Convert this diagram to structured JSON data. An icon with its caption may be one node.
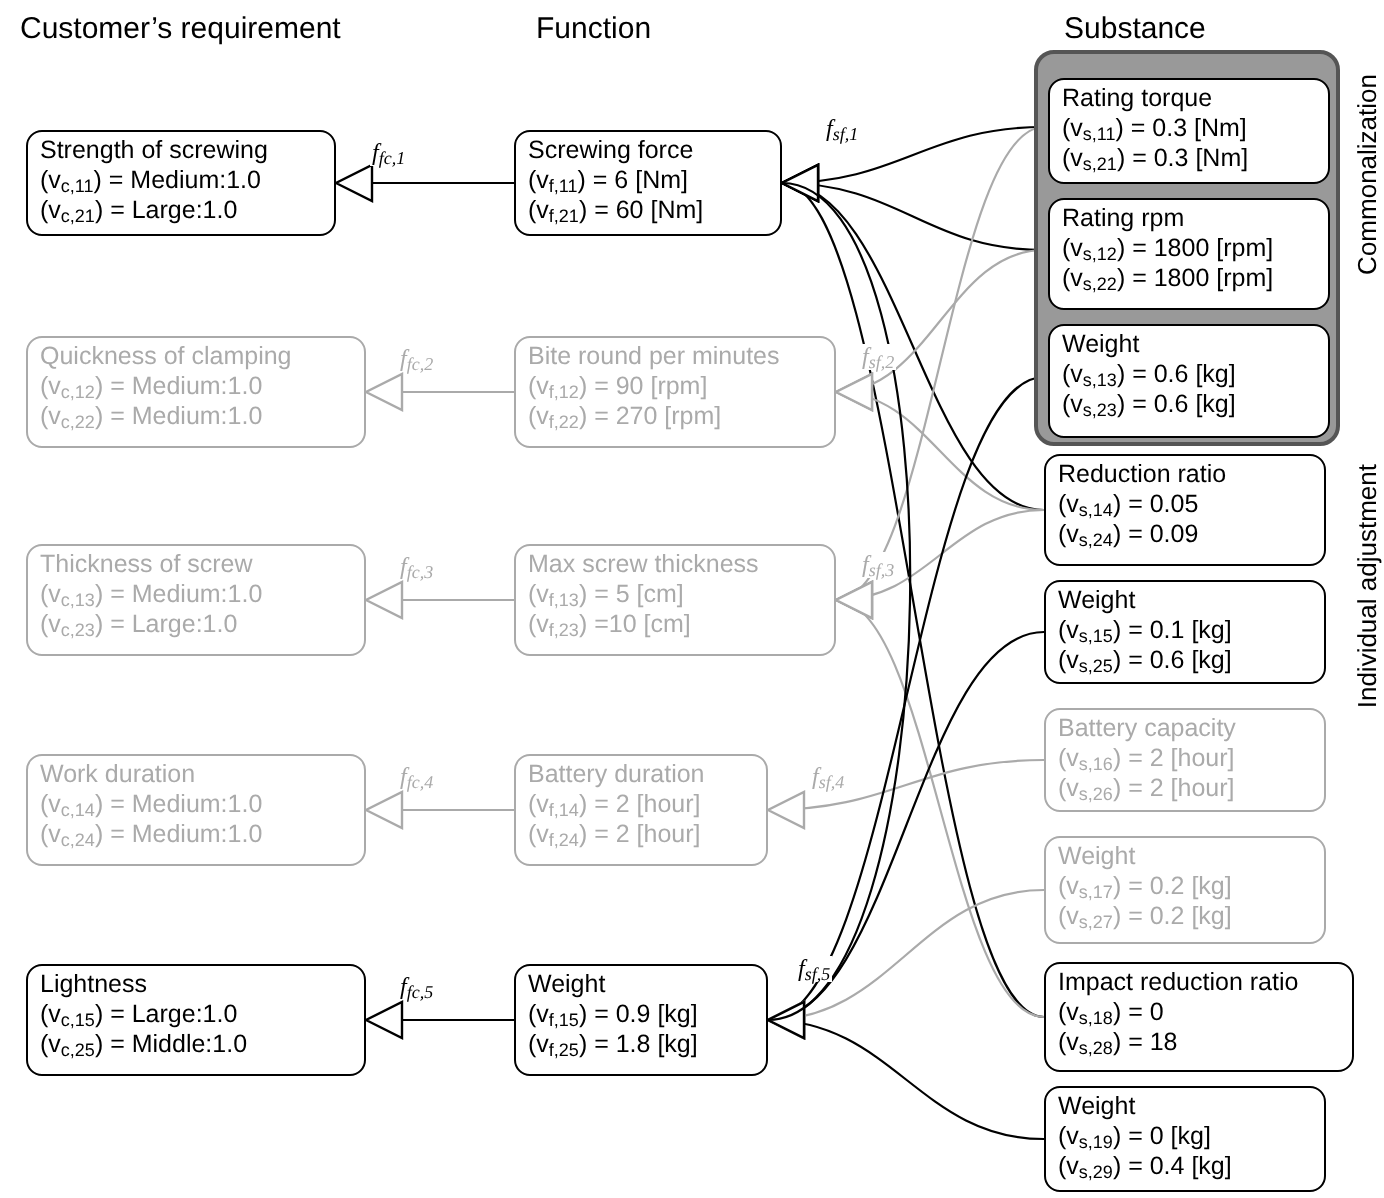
{
  "diagram": {
    "nodes": [
      {
        "text": [
          "Strength of screwing",
          "(v$_{c,11}$) = Medium:1.0",
          "(v$_{c,21}$) = Large:1.0"
        ]
      },
      {
        "text": [
          "Screwing force",
          "(v$_{f,11}$) = 6 [Nm]",
          "(v$_{f,21}$) = 60 [Nm]"
        ]
      },
      {
        "text": [
          "Commonalization"
        ]
      },
      {
        "text": [
          "Rating torque",
          "(v$_{s,11}$) = 0.3 [Nm]",
          "(v$_{s,21}$) = 0.3 [Nm]"
        ],
        "in": 2
      },
      {
        "text": [
          "Rating rpm",
          "(v$_{s,12}$) = 1800 [rpm]",
          "(v$_{s,22}$) = 1800 [rpm]"
        ],
        "in": 2
      },
      {
        "text": [
          "Weight",
          "(v$_{s,13}$) = 0.6 [kg]",
          "(v$_{s,23}$) = 0.6 [kg]"
        ],
        "in": 2
      },
      {
        "text": [
          "Quickness of clamping",
          "(v$_{c,12}$) = Medium:1.0",
          "(v$_{c,22}$) = Medium:1.0"
        ]
      },
      {
        "text": [
          "Bite round per minutes",
          "(v$_{f,12}$) = 90 [rpm]",
          "(v$_{f,22}$) = 270 [rpm]"
        ]
      },
      {
        "text": [
          "Reduction ratio",
          "(v$_{s,14}$) = 0.05",
          "(v$_{s,24}$) = 0.09"
        ]
      },
      {
        "text": [
          "Thickness of screw",
          "(v$_{c,13}$) = Medium:1.0",
          "(v$_{c,23}$) = Large:1.0"
        ]
      },
      {
        "text": [
          "Max screw thickness",
          "(v$_{f,13}$) = 5 [cm]",
          "(v$_{f,23}$) =10 [cm]"
        ]
      },
      {
        "text": [
          "Weight",
          "(v$_{s,15}$) = 0.1 [kg]",
          "(v$_{s,25}$) = 0.6 [kg]"
        ]
      },
      {
        "text": [
          "Work duration",
          "(v$_{c,14}$) = Medium:1.0",
          "(v$_{c,24}$) = Medium:1.0"
        ]
      },
      {
        "text": [
          "Battery duration",
          "(v$_{f,14}$) = 2 [hour]",
          "(v$_{f,24}$) = 2 [hour]"
        ]
      },
      {
        "text": [
          "Battery capacity",
          "(v$_{s,16}$) = 2 [hour]",
          "(v$_{s,26}$) = 2 [hour]"
        ]
      },
      {
        "text": [
          "Weight",
          "(v$_{s,17}$) = 0.2 [kg]",
          "(v$_{s,27}$) = 0.2 [kg]"
        ]
      },
      {
        "text": [
          "Lightness",
          "(v$_{c,15}$) = Large:1.0",
          "(v$_{c,25}$) = Middle:1.0"
        ]
      },
      {
        "text": [
          "Weight",
          "(v$_{f,15}$) = 0.9 [kg]",
          "(v$_{f,25}$) = 1.8 [kg]"
        ]
      },
      {
        "text": [
          "Impact reduction ratio",
          "(v$_{s,18}$) = 0",
          "(v$_{s,28}$) = 18"
        ]
      },
      {
        "text": [
          "Weight",
          "(v$_{s,19}$) = 0 [kg]",
          "(v$_{s,29}$) = 0.4 [kg]"
        ]
      }
    ],
    "edges": [
      {
        "from": 1,
        "to": 0,
        "arrow": "to",
        "label": "f$_{fc,1}$"
      },
      {
        "from": 3,
        "to": 1,
        "arrow": "to",
        "label": "f$_{sf,1}$"
      },
      {
        "from": 4,
        "to": 1,
        "arrow": "to"
      },
      {
        "from": 8,
        "to": 1,
        "arrow": "to"
      },
      {
        "from": 18,
        "to": 1,
        "arrow": "to"
      },
      {
        "from": 7,
        "to": 6,
        "arrow": "to",
        "label": "f$_{fc,2}$",
        "color": "#aaaaaa"
      },
      {
        "from": 4,
        "to": 7,
        "arrow": "to",
        "label": "f$_{sf,2}$",
        "color": "#aaaaaa"
      },
      {
        "from": 8,
        "to": 7,
        "arrow": "to",
        "color": "#aaaaaa"
      },
      {
        "from": 10,
        "to": 9,
        "arrow": "to",
        "label": "f$_{fc,3}$",
        "color": "#aaaaaa"
      },
      {
        "from": 3,
        "to": 10,
        "arrow": "to",
        "label": "f$_{sf,3}$",
        "color": "#aaaaaa"
      },
      {
        "from": 8,
        "to": 10,
        "arrow": "to",
        "color": "#aaaaaa"
      },
      {
        "from": 18,
        "to": 10,
        "arrow": "to",
        "color": "#aaaaaa"
      },
      {
        "from": 13,
        "to": 12,
        "arrow": "to",
        "label": "f$_{fc,4}$",
        "color": "#aaaaaa"
      },
      {
        "from": 14,
        "to": 13,
        "arrow": "to",
        "label": "f$_{sf,4}$",
        "color": "#aaaaaa"
      },
      {
        "from": 17,
        "to": 16,
        "arrow": "to",
        "label": "f$_{fc,5}$"
      },
      {
        "from": 5,
        "to": 17,
        "arrow": "to",
        "label": "f$_{sf,5}$"
      },
      {
        "from": 11,
        "to": 17,
        "arrow": "to"
      },
      {
        "from": 15,
        "to": 17,
        "arrow": "to",
        "color": "#aaaaaa"
      },
      {
        "from": 19,
        "to": 17,
        "arrow": "to"
      },
      {
        "from": 1,
        "to": 17,
        "arrow": "none"
      }
    ],
    "labels": [
      "Customer’s requirement",
      "Function",
      "Substance",
      "Individual adjustment"
    ]
  }
}
